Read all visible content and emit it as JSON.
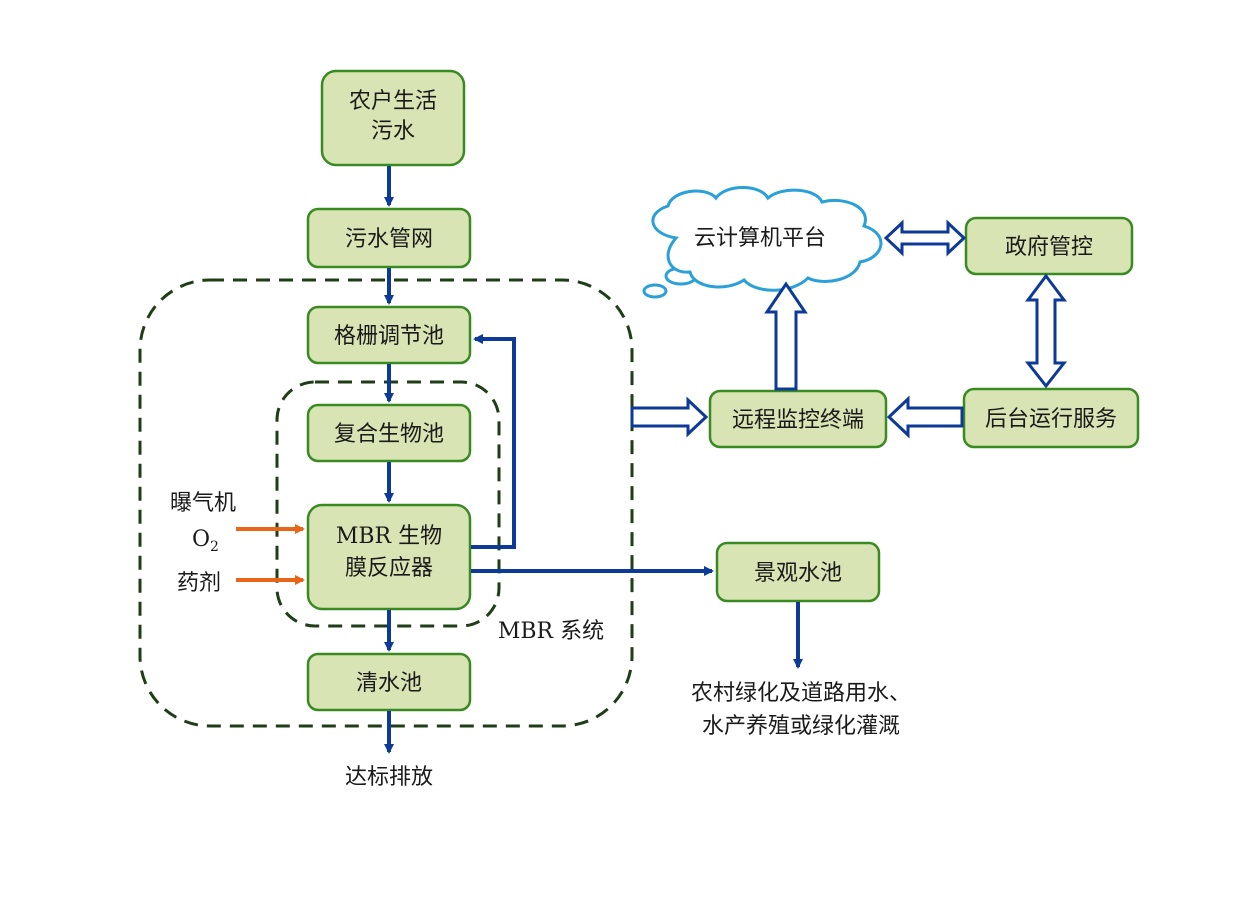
{
  "nodes": {
    "source_line1": "农户生活",
    "source_line2": "污水",
    "pipe_network": "污水管网",
    "screen_tank": "格栅调节池",
    "bio_tank": "复合生物池",
    "mbr_line1": "MBR 生物",
    "mbr_line2": "膜反应器",
    "clear_tank": "清水池",
    "cloud_platform": "云计算机平台",
    "gov_control": "政府管控",
    "remote_terminal": "远程监控终端",
    "backend_service": "后台运行服务",
    "landscape_pool": "景观水池"
  },
  "labels": {
    "aerator": "曝气机",
    "oxygen_main": "O",
    "oxygen_sub": "2",
    "chemicals": "药剂",
    "mbr_system": "MBR 系统",
    "discharge": "达标排放",
    "reuse_line1": "农村绿化及道路用水、",
    "reuse_line2": "水产养殖或绿化灌溉"
  },
  "colors": {
    "box_fill": "#d8e4b4",
    "box_stroke": "#3a8a22",
    "flow_arrow": "#0d3a96",
    "input_arrow": "#e8651a",
    "dashed_border": "#1f3d17",
    "cloud_stroke": "#2aa0d8"
  }
}
